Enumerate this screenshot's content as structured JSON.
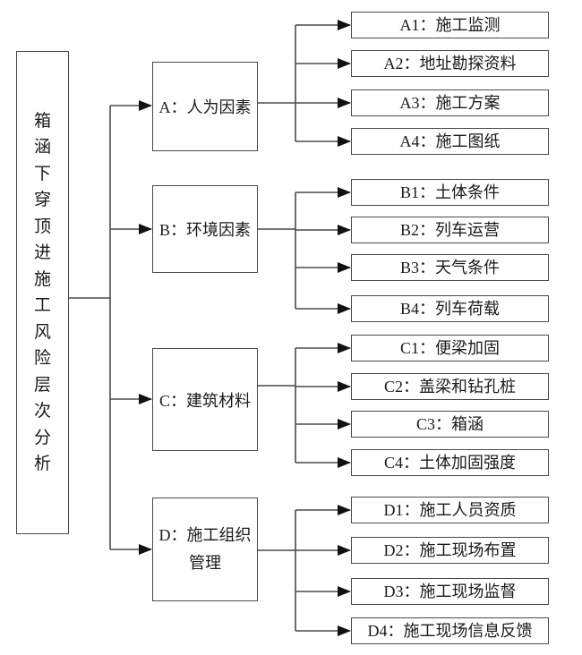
{
  "diagram": {
    "root": {
      "label": "箱涵下穿顶进施工风险层次分析"
    },
    "groups": [
      {
        "id": "A",
        "label": "A：人为因素",
        "children": [
          "A1：施工监测",
          "A2：地址勘探资料",
          "A3：施工方案",
          "A4：施工图纸"
        ]
      },
      {
        "id": "B",
        "label": "B：环境因素",
        "children": [
          "B1：土体条件",
          "B2：列车运营",
          "B3：天气条件",
          "B4：列车荷载"
        ]
      },
      {
        "id": "C",
        "label": "C：建筑材料",
        "children": [
          "C1：便梁加固",
          "C2：盖梁和钻孔桩",
          "C3：箱涵",
          "C4：土体加固强度"
        ]
      },
      {
        "id": "D",
        "label": "D：施工组织",
        "label2": "管理",
        "children": [
          "D1：施工人员资质",
          "D2：施工现场布置",
          "D3：施工现场监督",
          "D4：施工现场信息反馈"
        ]
      }
    ],
    "colors": {
      "line": "#4a4a4a",
      "arrow": "#111111",
      "border": "#4a4a4a",
      "text": "#1a1a1a",
      "bg": "#ffffff"
    }
  }
}
